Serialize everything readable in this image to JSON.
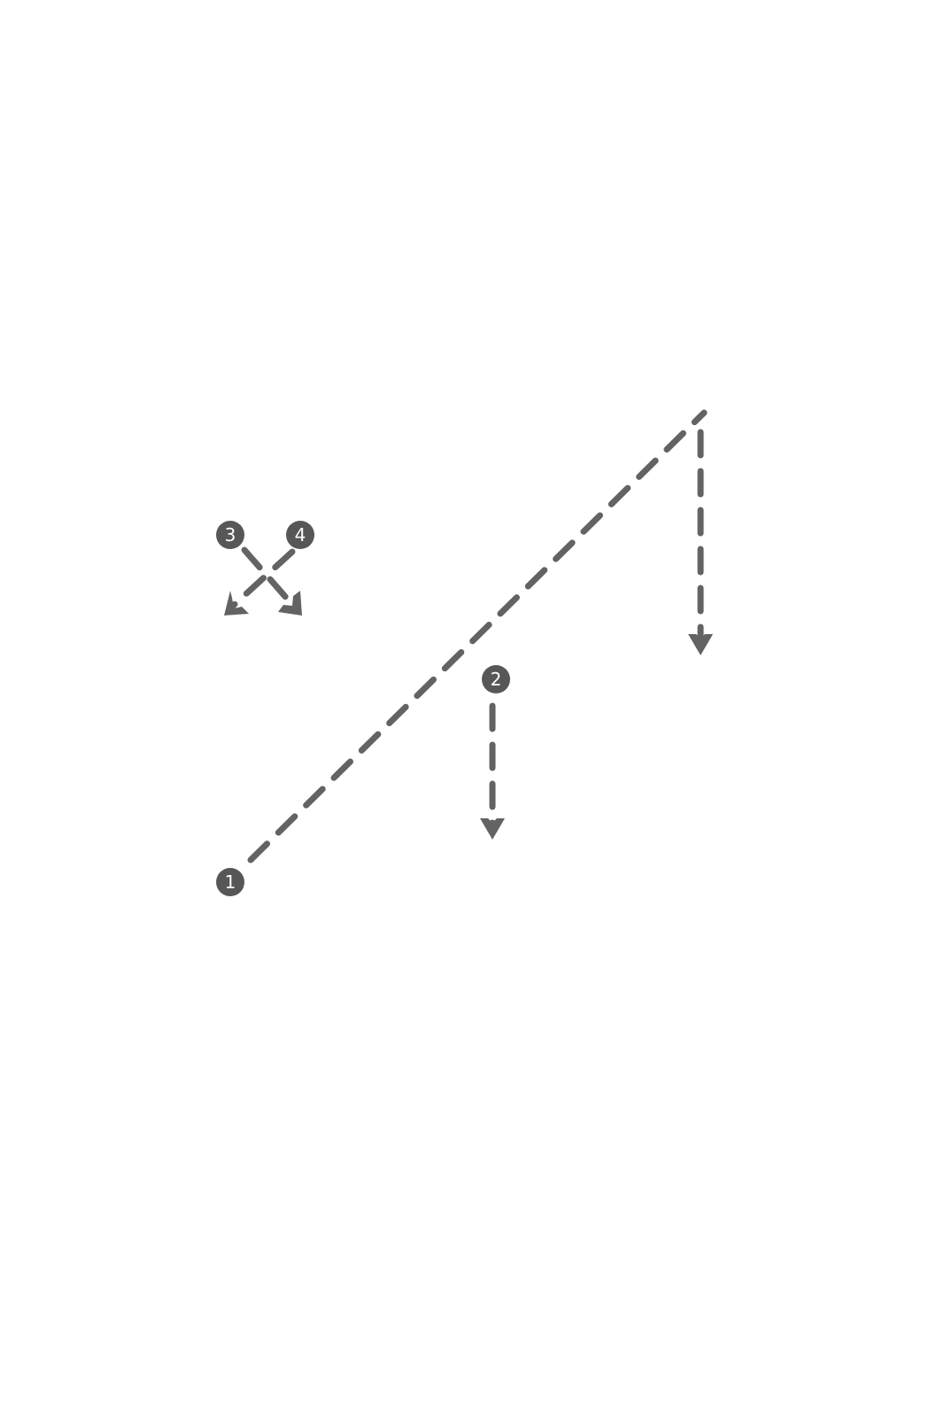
{
  "diagram": {
    "colors": {
      "line": "#636363",
      "badge_fill": "#575757",
      "badge_text": "#ffffff",
      "background": "#ffffff"
    },
    "badges": [
      {
        "label": "1"
      },
      {
        "label": "2"
      },
      {
        "label": "3"
      },
      {
        "label": "4"
      }
    ]
  }
}
